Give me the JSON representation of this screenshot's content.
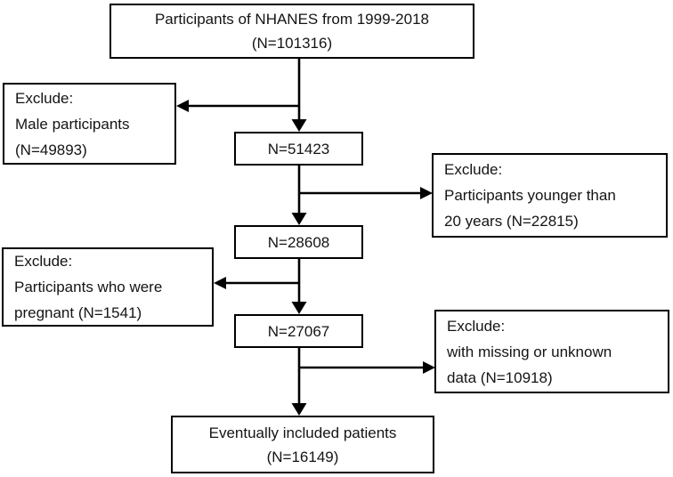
{
  "figure": {
    "background_color": "#ffffff",
    "line_color": "#000000",
    "text_color": "#141414"
  },
  "boxes": {
    "top": {
      "lines": [
        "Participants of NHANES from 1999-2018",
        "(N=101316)"
      ]
    },
    "exclude_male": {
      "lines": [
        "Exclude:",
        "Male participants",
        "(N=49893)"
      ]
    },
    "n51423": {
      "lines": [
        "N=51423"
      ]
    },
    "exclude_young": {
      "lines": [
        "Exclude:",
        "Participants younger than",
        "20 years (N=22815)"
      ]
    },
    "n28608": {
      "lines": [
        "N=28608"
      ]
    },
    "exclude_pregnant": {
      "lines": [
        "Exclude:",
        "Participants who were",
        "pregnant (N=1541)"
      ]
    },
    "n27067": {
      "lines": [
        "N=27067"
      ]
    },
    "exclude_missing": {
      "lines": [
        "Exclude:",
        "with missing or unknown",
        "data (N=10918)"
      ]
    },
    "final": {
      "lines": [
        "Eventually included patients",
        "(N=16149)"
      ]
    }
  }
}
